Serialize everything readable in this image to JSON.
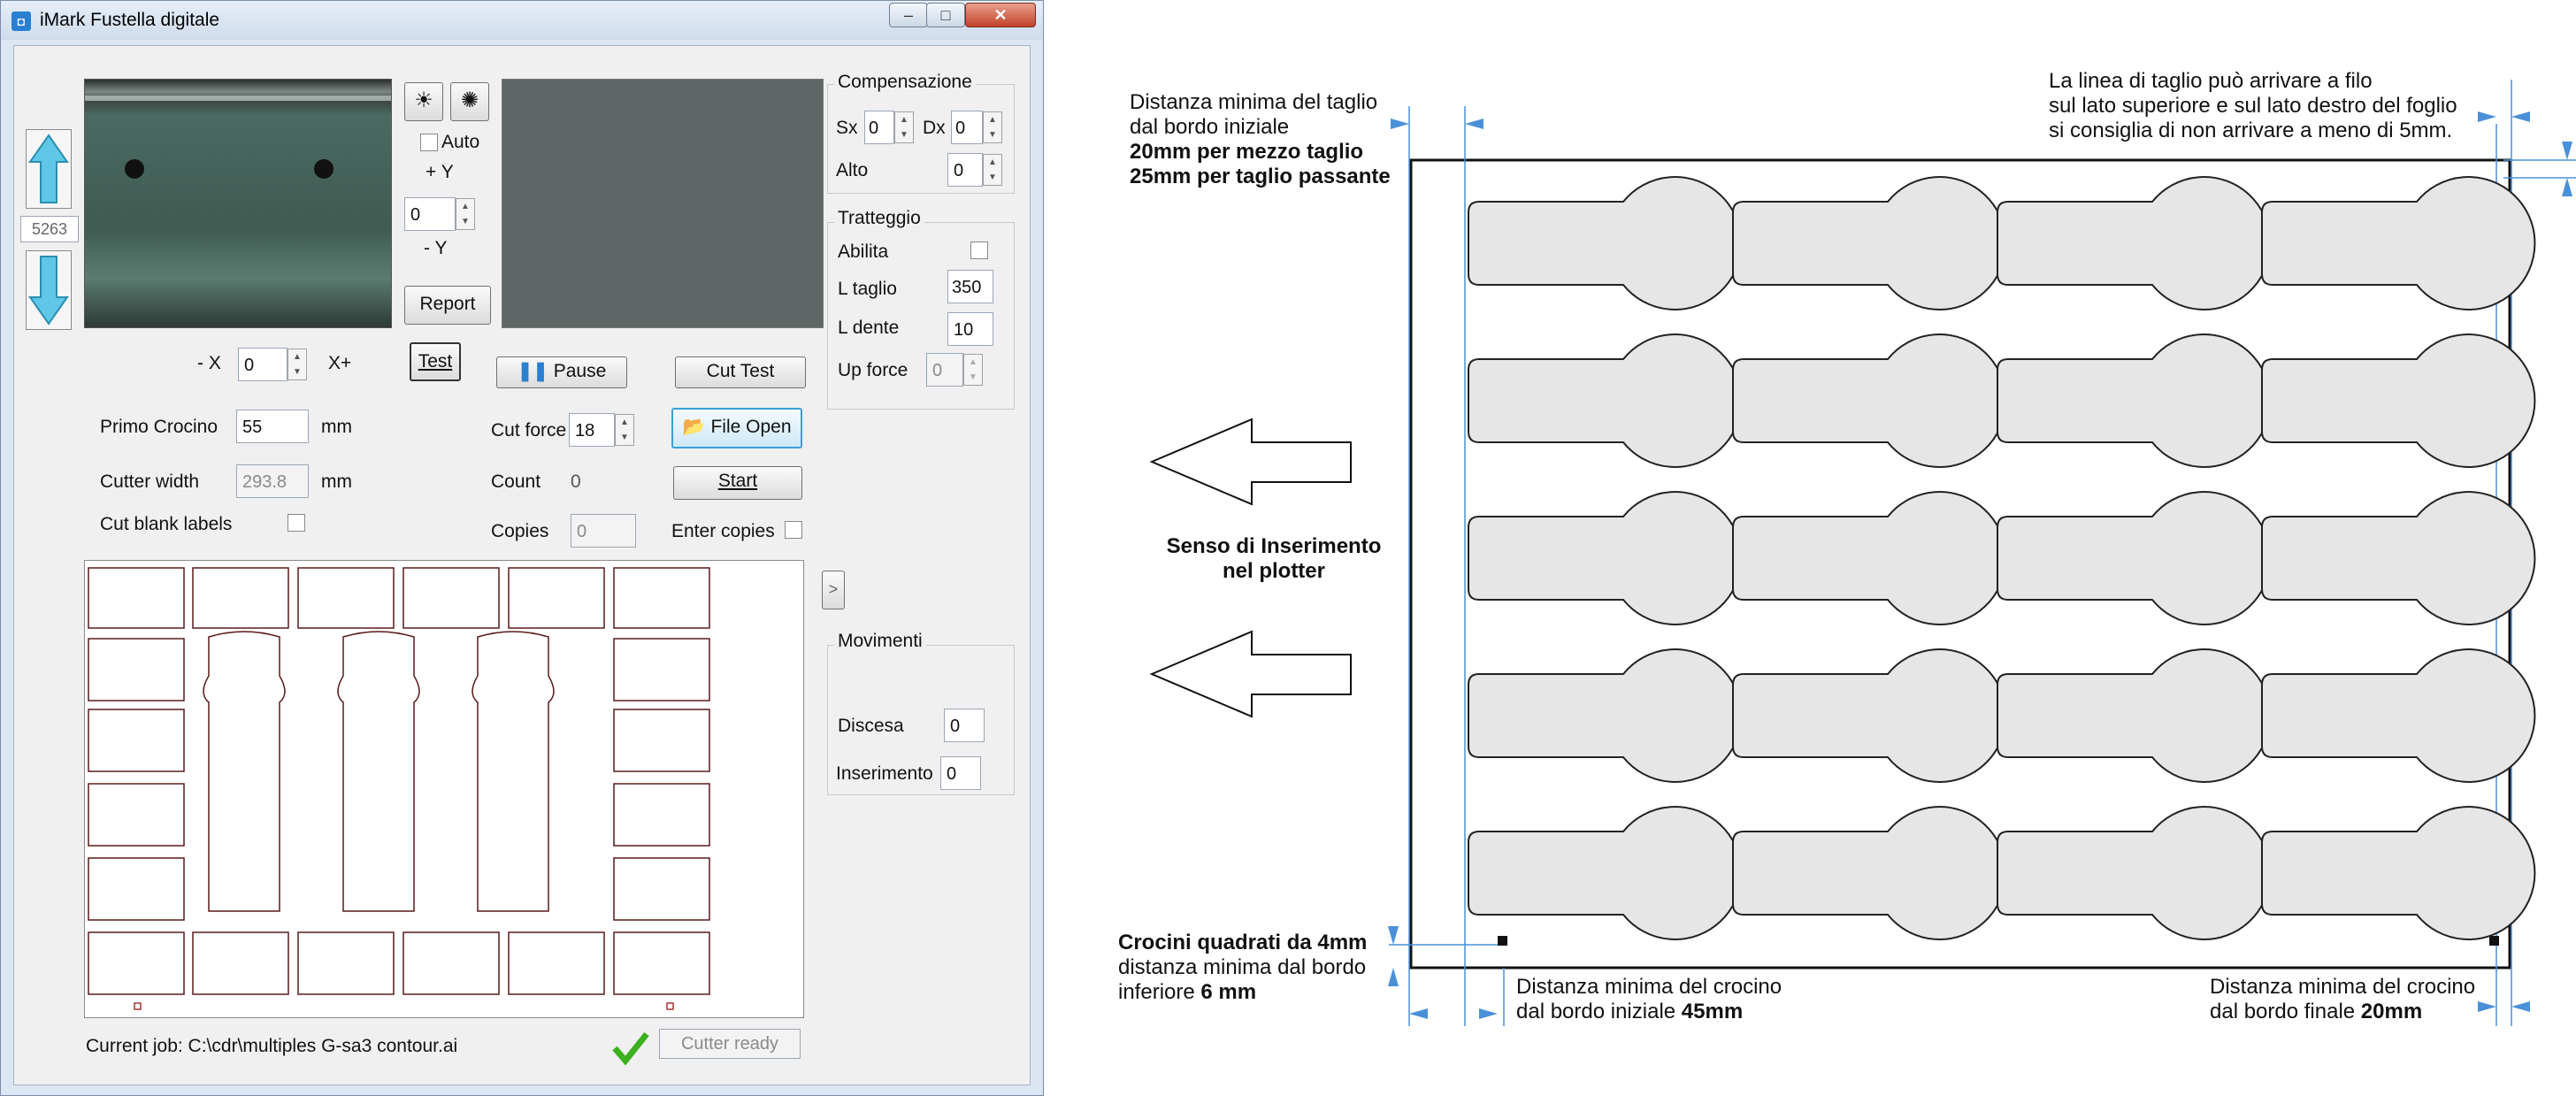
{
  "window": {
    "title": "iMark Fustella digitale",
    "minimize": "–",
    "maximize": "□",
    "close": "✕"
  },
  "colors": {
    "accent": "#2a7fd0",
    "arrow_up_down": "#5ec8e6",
    "ready_check": "#3cb01e",
    "label_fill": "#e6e6e6",
    "guide_line": "#4a90d9"
  },
  "camera": {
    "auto_label": "Auto",
    "plus_y": "+ Y",
    "y_value": "0",
    "minus_y": "- Y",
    "report_label": "Report",
    "minus_x": "- X",
    "x_value": "0",
    "plus_x": "X+",
    "test_label": "Test",
    "counter": "5263"
  },
  "controls": {
    "pause_label": "Pause",
    "cut_test_label": "Cut Test",
    "cut_force_label": "Cut force",
    "cut_force_value": "18",
    "file_open_label": "File Open",
    "count_label": "Count",
    "count_value": "0",
    "start_label": "Start",
    "copies_label": "Copies",
    "copies_value": "0",
    "enter_copies_label": "Enter copies",
    "primo_crocino_label": "Primo Crocino",
    "primo_crocino_value": "55",
    "cutter_width_label": "Cutter width",
    "cutter_width_value": "293.8",
    "mm": "mm",
    "cut_blank_labels_label": "Cut blank labels",
    "expand_label": ">"
  },
  "compensazione": {
    "title": "Compensazione",
    "sx_label": "Sx",
    "sx_value": "0",
    "dx_label": "Dx",
    "dx_value": "0",
    "alto_label": "Alto",
    "alto_value": "0"
  },
  "tratteggio": {
    "title": "Tratteggio",
    "abilita_label": "Abilita",
    "l_taglio_label": "L taglio",
    "l_taglio_value": "350",
    "l_dente_label": "L dente",
    "l_dente_value": "10",
    "up_force_label": "Up force",
    "up_force_value": "0"
  },
  "movimenti": {
    "title": "Movimenti",
    "discesa_label": "Discesa",
    "discesa_value": "0",
    "inserimento_label": "Inserimento",
    "inserimento_value": "0"
  },
  "status": {
    "current_job": "Current job: C:\\cdr\\multiples G-sa3 contour.ai",
    "cutter_ready": "Cutter ready"
  },
  "diagram": {
    "note_top_left": [
      "Distanza minima del taglio",
      "dal bordo iniziale",
      "20mm per mezzo taglio",
      "25mm per taglio passante"
    ],
    "note_top_right": [
      "La linea di taglio può arrivare a filo",
      "sul lato superiore e sul lato destro del foglio",
      "si consiglia di non arrivare a meno di 5mm."
    ],
    "insertion": [
      "Senso di Inserimento",
      "nel plotter"
    ],
    "note_bottom_left": [
      "Crocini quadrati da 4mm",
      "distanza  minima dal bordo",
      "inferiore ",
      "6 mm"
    ],
    "note_bottom_mid": [
      "Distanza minima del crocino",
      "dal bordo iniziale ",
      "45mm"
    ],
    "note_bottom_right": [
      "Distanza minima del crocino",
      "dal bordo finale ",
      "20mm"
    ]
  }
}
